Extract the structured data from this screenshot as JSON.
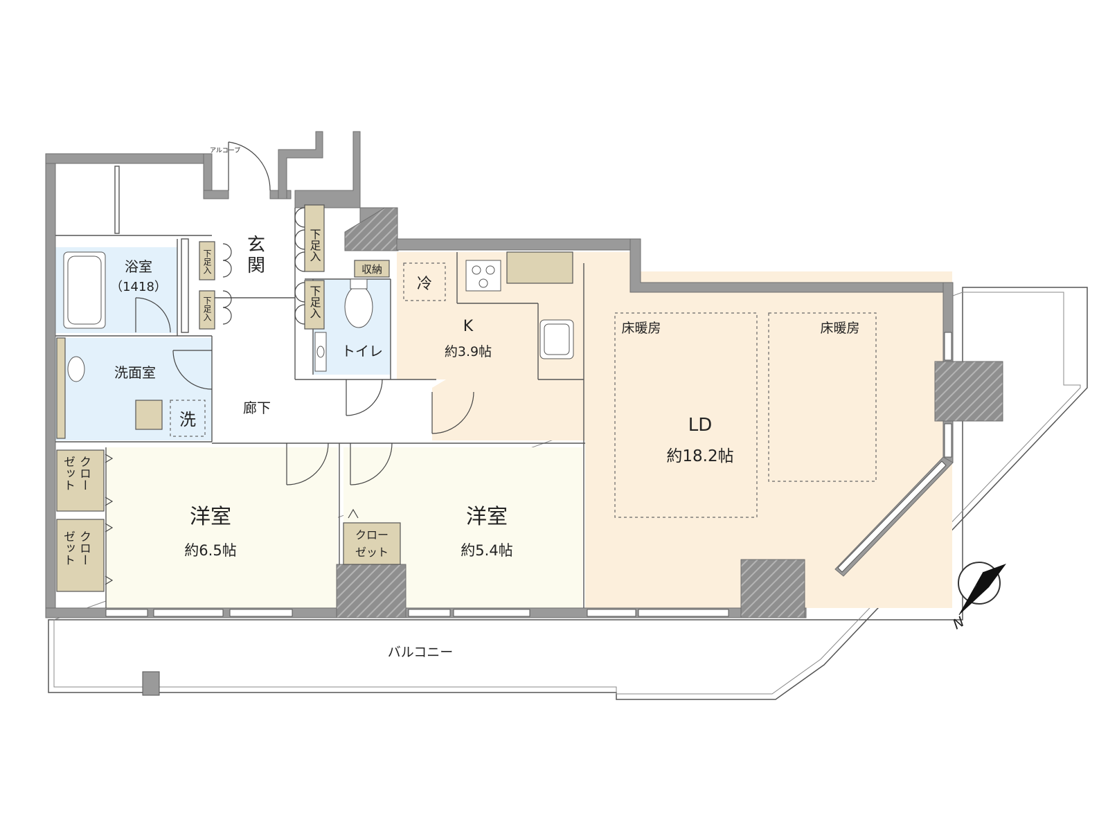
{
  "plan": {
    "alcove": "アルコーブ",
    "entrance": "玄関",
    "bathroom": "浴室",
    "bath_size": "（1418）",
    "washroom": "洗面室",
    "washer": "洗",
    "shoe_storage": "下足入",
    "storage": "収納",
    "toilet": "トイレ",
    "fridge": "冷",
    "kitchen_label": "K",
    "kitchen_size": "約3.9帖",
    "floor_heating": "床暖房",
    "ld_label": "LD",
    "ld_size": "約18.2帖",
    "hallway": "廊下",
    "closet_line1": "クロー",
    "closet_line2": "ゼット",
    "western_room": "洋室",
    "room1_size": "約6.5帖",
    "room2_size": "約5.4帖",
    "balcony": "バルコニー",
    "compass": "N"
  },
  "colors": {
    "wet_area": "#e3f1fb",
    "kitchen_ld": "#fcefdc",
    "bedroom": "#fcfbee",
    "cabinet": "#ddd3b3",
    "wall": "#9a9a9a"
  }
}
